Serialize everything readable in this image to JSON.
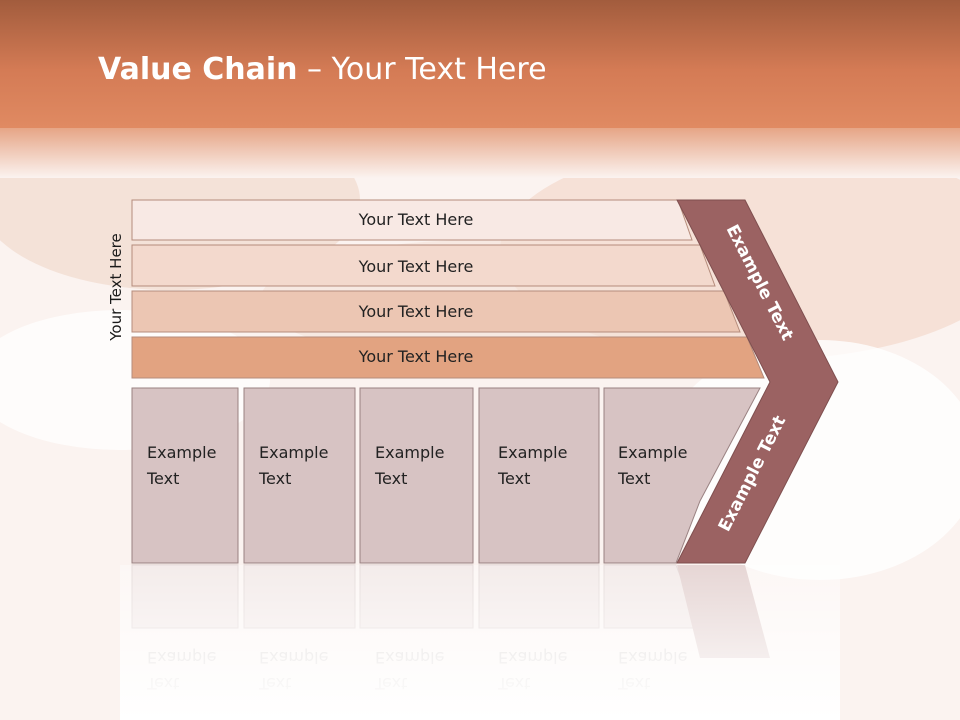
{
  "slide": {
    "title_bold": "Value Chain",
    "title_rest": " – Your Text Here",
    "vertical_label": "Your Text Here"
  },
  "rows": [
    {
      "label": "Your Text Here",
      "color": "#f8e9e4"
    },
    {
      "label": "Your Text Here",
      "color": "#f3d9cd"
    },
    {
      "label": "Your Text Here",
      "color": "#ecc6b3"
    },
    {
      "label": "Your Text Here",
      "color": "#e2a381"
    }
  ],
  "columns": [
    {
      "line1": "Example",
      "line2": "Text"
    },
    {
      "line1": "Example",
      "line2": "Text"
    },
    {
      "line1": "Example",
      "line2": "Text"
    },
    {
      "line1": "Example",
      "line2": "Text"
    },
    {
      "line1": "Example",
      "line2": "Text"
    }
  ],
  "chevron": {
    "upper_label": "Example Text",
    "lower_label": "Example Text",
    "color": "#9b6262"
  },
  "colors": {
    "header_top": "#a25c3d",
    "header_bottom": "#e08a62",
    "column_fill": "#d7c3c3",
    "column_stroke": "#9a8282"
  }
}
